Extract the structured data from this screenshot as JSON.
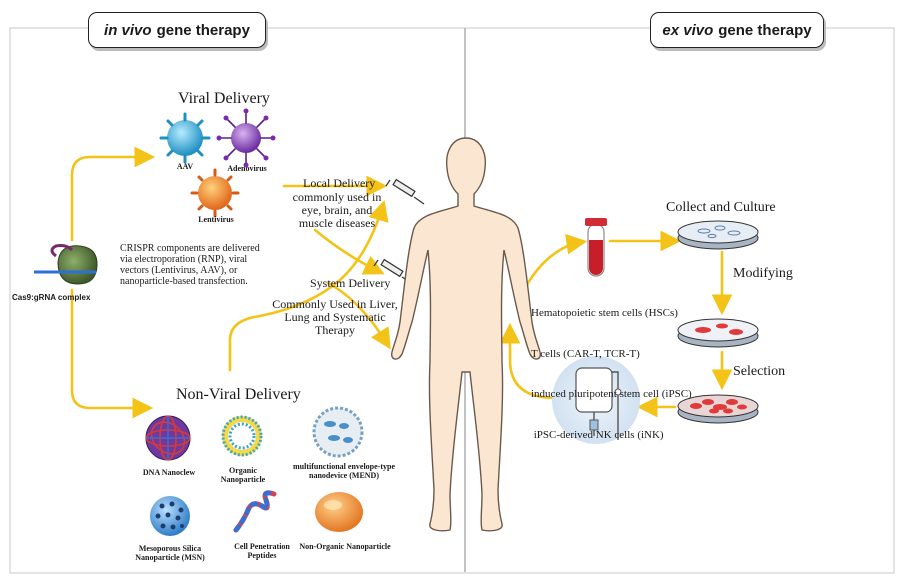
{
  "invivo": {
    "title_italic": "in vivo",
    "title_rest": "gene therapy",
    "viral_delivery": "Viral Delivery",
    "aav": "AAV",
    "adenovirus": "Adenovirus",
    "lentivirus": "Lentivirus",
    "complex_label": "Cas9:gRNA complex",
    "crispr_text": "CRISPR components are delivered via electroporation (RNP), viral vectors (Lentivirus, AAV), or nanoparticle-based transfection.",
    "local_delivery": "Local Delivery",
    "local_desc": "commonly used in eye, brain, and muscle diseases",
    "system_delivery": "System Delivery",
    "system_desc": "Commonly Used in Liver, Lung and Systematic Therapy",
    "non_viral_delivery": "Non-Viral Delivery",
    "dna_nanoclew": "DNA Nanoclew",
    "organic_np": "Organic Nanoparticle",
    "mend": "multifunctional envelope-type nanodevice (MEND)",
    "msn": "Mesoporous Silica Nanoparticle (MSN)",
    "cpp": "Cell Penetration Peptides",
    "non_organic_np": "Non-Organic Nanoparticle"
  },
  "exvivo": {
    "title_italic": "ex vivo",
    "title_rest": "gene therapy",
    "collect": "Collect and  Culture",
    "modifying": "Modifying",
    "selection": "Selection",
    "cells": [
      "Hematopoietic stem cells (HSCs)",
      "T cells (CAR-T, TCR-T)",
      "induced pluripotent stem cell (iPSC)",
      " iPSC-derived NK cells (iNK)"
    ]
  },
  "colors": {
    "arrow": "#f3c318",
    "body_fill": "#fbe6d2",
    "body_stroke": "#6b5a4c",
    "dish_cells": "#e03a3a"
  }
}
